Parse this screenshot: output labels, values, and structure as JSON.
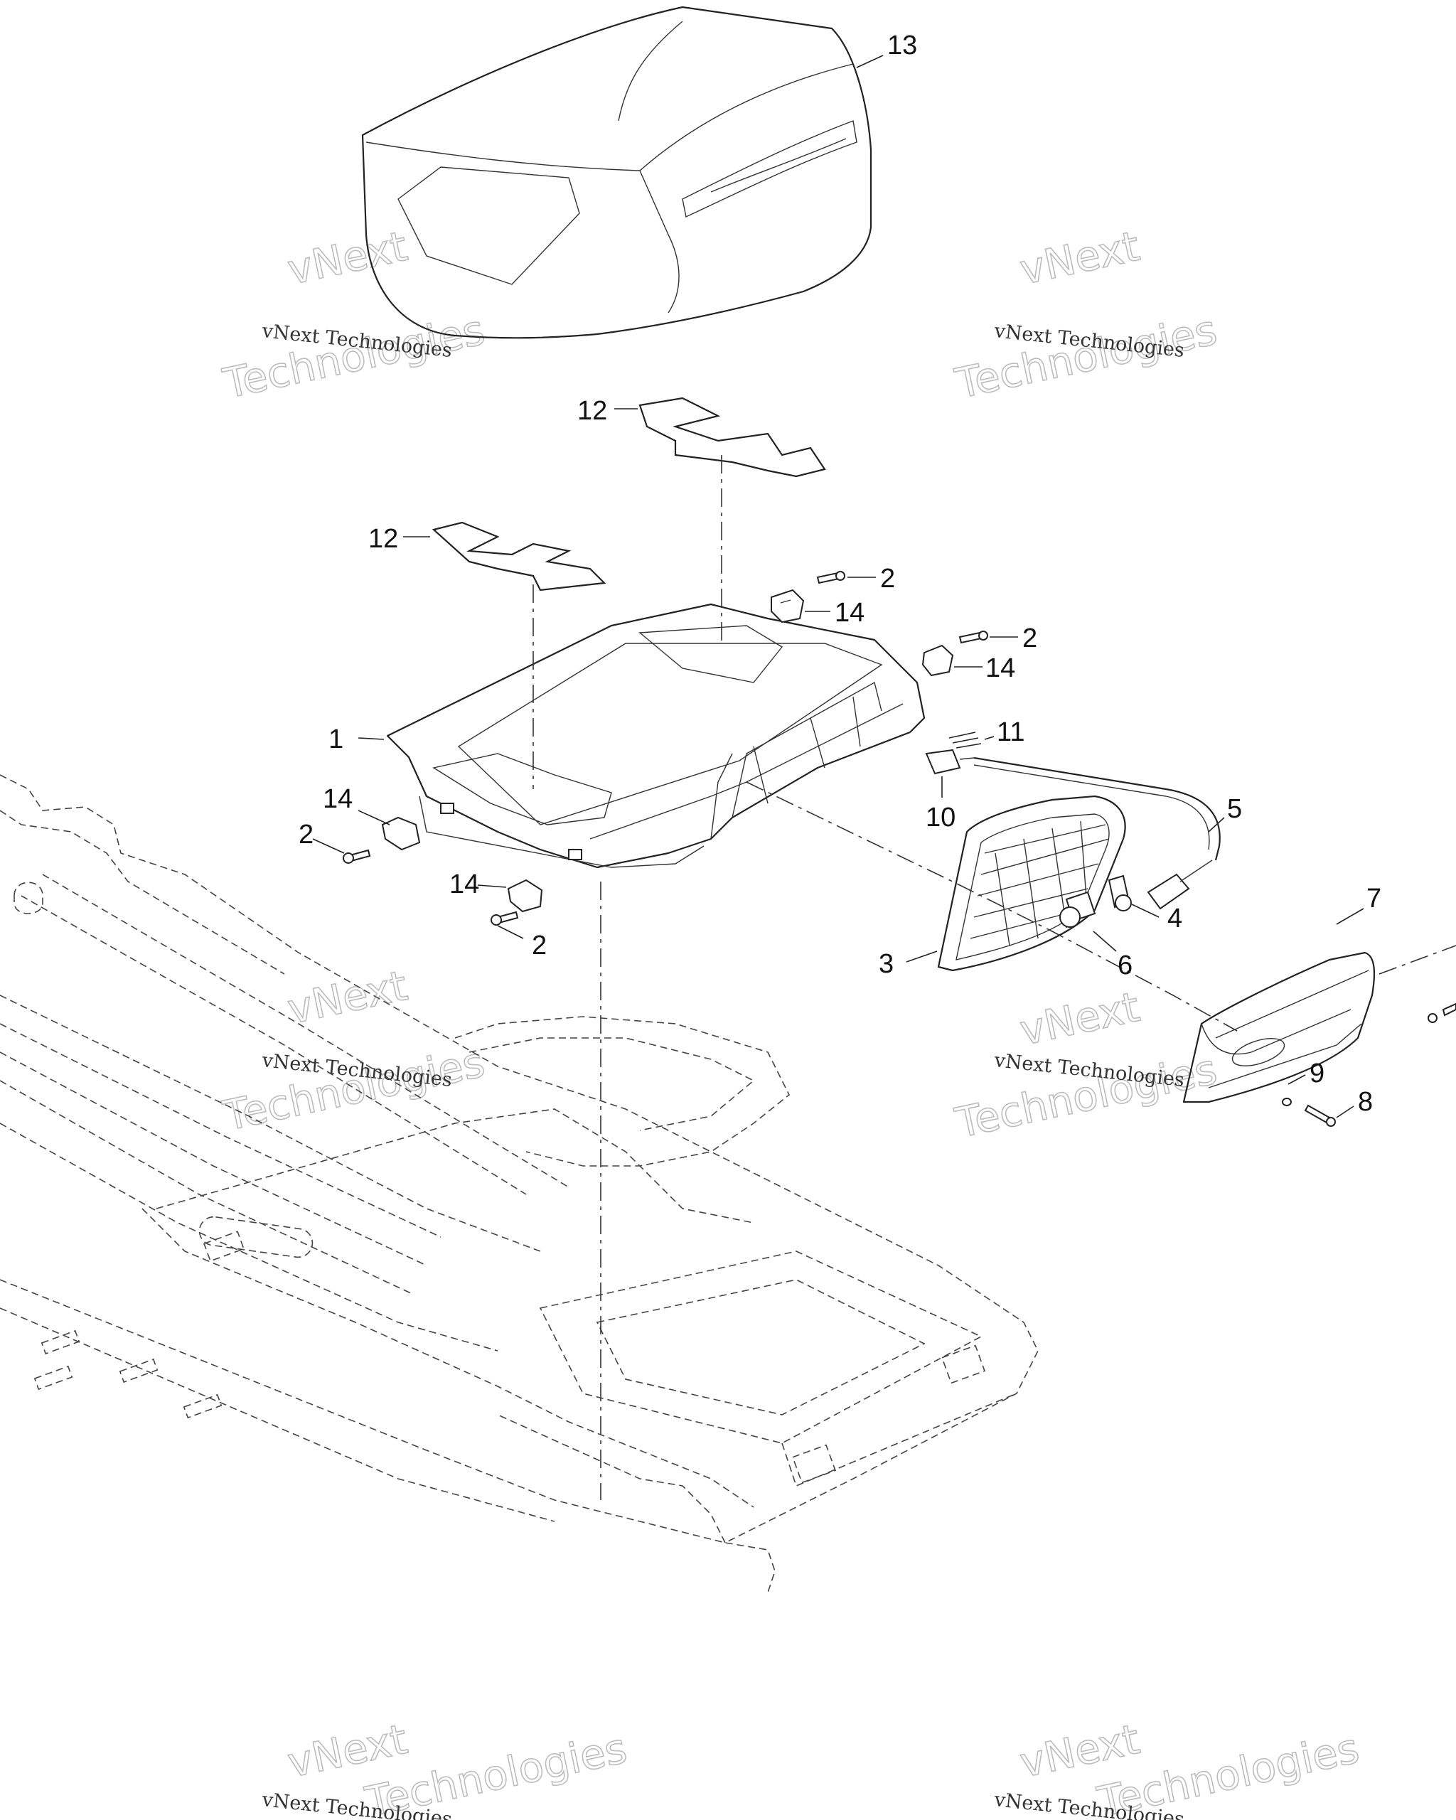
{
  "watermark": {
    "line_small": "vNext Technologies",
    "line_big_top": "vNext",
    "line_big_bottom": "Technologies"
  },
  "callouts": [
    {
      "id": "c13",
      "label": "13"
    },
    {
      "id": "c12a",
      "label": "12"
    },
    {
      "id": "c12b",
      "label": "12"
    },
    {
      "id": "c2a",
      "label": "2"
    },
    {
      "id": "c14a",
      "label": "14"
    },
    {
      "id": "c2b",
      "label": "2"
    },
    {
      "id": "c14b",
      "label": "14"
    },
    {
      "id": "c1",
      "label": "1"
    },
    {
      "id": "c11",
      "label": "11"
    },
    {
      "id": "c10",
      "label": "10"
    },
    {
      "id": "c14c",
      "label": "14"
    },
    {
      "id": "c2c",
      "label": "2"
    },
    {
      "id": "c5",
      "label": "5"
    },
    {
      "id": "c14d",
      "label": "14"
    },
    {
      "id": "c2d",
      "label": "2"
    },
    {
      "id": "c4",
      "label": "4"
    },
    {
      "id": "c7",
      "label": "7"
    },
    {
      "id": "c3",
      "label": "3"
    },
    {
      "id": "c6",
      "label": "6"
    },
    {
      "id": "c9",
      "label": "9"
    },
    {
      "id": "c8",
      "label": "8"
    }
  ]
}
